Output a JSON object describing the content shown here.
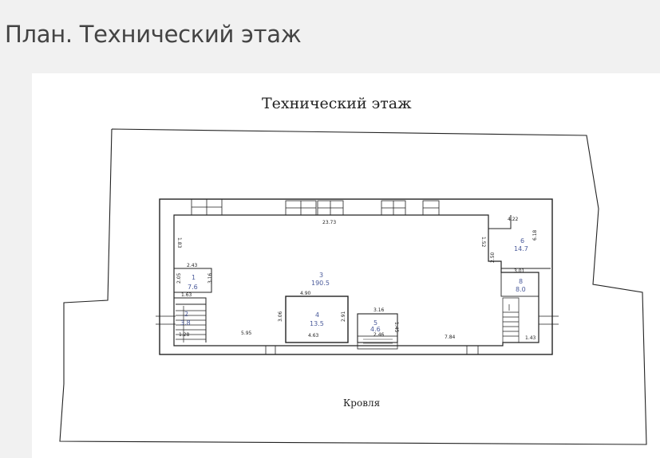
{
  "page": {
    "title": "План. Технический этаж"
  },
  "plan": {
    "heading": "Технический этаж",
    "roof_label": "Кровля",
    "rooms": [
      {
        "number": "1",
        "area": "7.6"
      },
      {
        "number": "2",
        "area": "3.8"
      },
      {
        "number": "3",
        "area": "190.5"
      },
      {
        "number": "4",
        "area": "13.5"
      },
      {
        "number": "5",
        "area": "4.6"
      },
      {
        "number": "6",
        "area": "14.7"
      },
      {
        "number": "8",
        "area": "8.0"
      }
    ],
    "dimensions": [
      "23.73",
      "4.22",
      "1.52",
      "6.18",
      "2.50",
      "3.01",
      "1.83",
      "2.43",
      "3.16",
      "2.05",
      "1.63",
      "4.90",
      "3.06",
      "2.91",
      "3.16",
      "1.28",
      "5.95",
      "4.63",
      "7.84",
      "1.43",
      "2.46",
      "1.45"
    ]
  },
  "colors": {
    "line": "#222222",
    "room_label": "#4a5a9a",
    "title": "#444444",
    "background": "#f1f1f1"
  }
}
